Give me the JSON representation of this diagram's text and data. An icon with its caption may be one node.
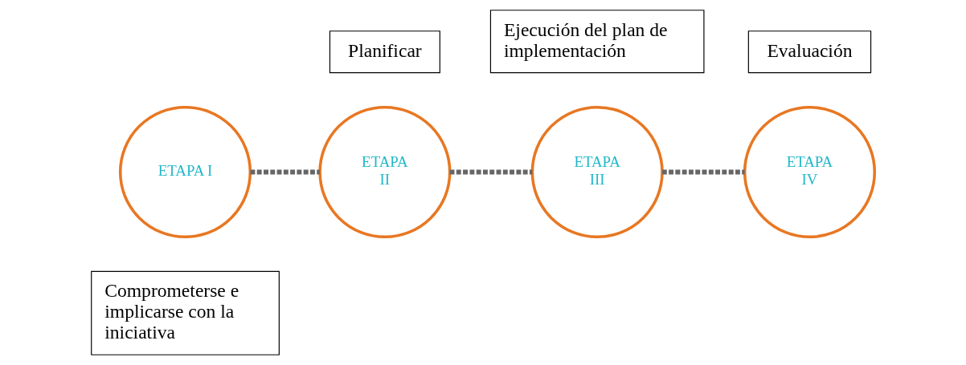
{
  "diagram": {
    "nodes": [
      {
        "text": [
          "Comprometerse e implicarse con la iniciativa"
        ]
      },
      {
        "text": [
          "ETAPA I"
        ]
      },
      {
        "text": [
          "ETAPA II"
        ]
      },
      {
        "text": [
          "Planificar"
        ]
      },
      {
        "text": [
          "Ejecución del plan de implementación"
        ]
      },
      {
        "text": [
          "ETAPA III"
        ]
      },
      {
        "text": [
          "ETAPA IV"
        ]
      },
      {
        "text": [
          "Evaluación"
        ]
      }
    ],
    "edges": [
      {
        "from": 1,
        "to": 2,
        "arrow": "none",
        "style": "dashed"
      },
      {
        "from": 2,
        "to": 5,
        "arrow": "none",
        "style": "dashed"
      },
      {
        "from": 5,
        "to": 6,
        "arrow": "none",
        "style": "dashed"
      }
    ]
  }
}
